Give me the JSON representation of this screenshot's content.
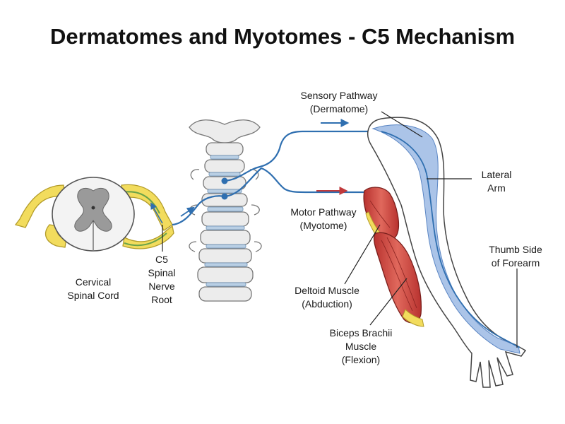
{
  "title": "Dermatomes and Myotomes - C5 Mechanism",
  "labels": {
    "sensory_pathway": "Sensory Pathway\n(Dermatome)",
    "motor_pathway": "Motor Pathway\n(Myotome)",
    "lateral_arm": "Lateral\nArm",
    "thumb_side_forearm": "Thumb Side\nof Forearm",
    "cervical_spinal_cord": "Cervical\nSpinal Cord",
    "c5_spinal_nerve_root": "C5\nSpinal\nNerve\nRoot",
    "deltoid_muscle": "Deltoid Muscle\n(Abduction)",
    "biceps_brachii": "Biceps Brachii\nMuscle\n(Flexion)"
  },
  "colors": {
    "sensory": "#2f6fb0",
    "motor": "#c0393b",
    "dermatome_shade": "#8fb0e0",
    "nerve_root": "#f2dc5d",
    "muscle": "#d9564c",
    "bone": "#e9e9e9"
  }
}
